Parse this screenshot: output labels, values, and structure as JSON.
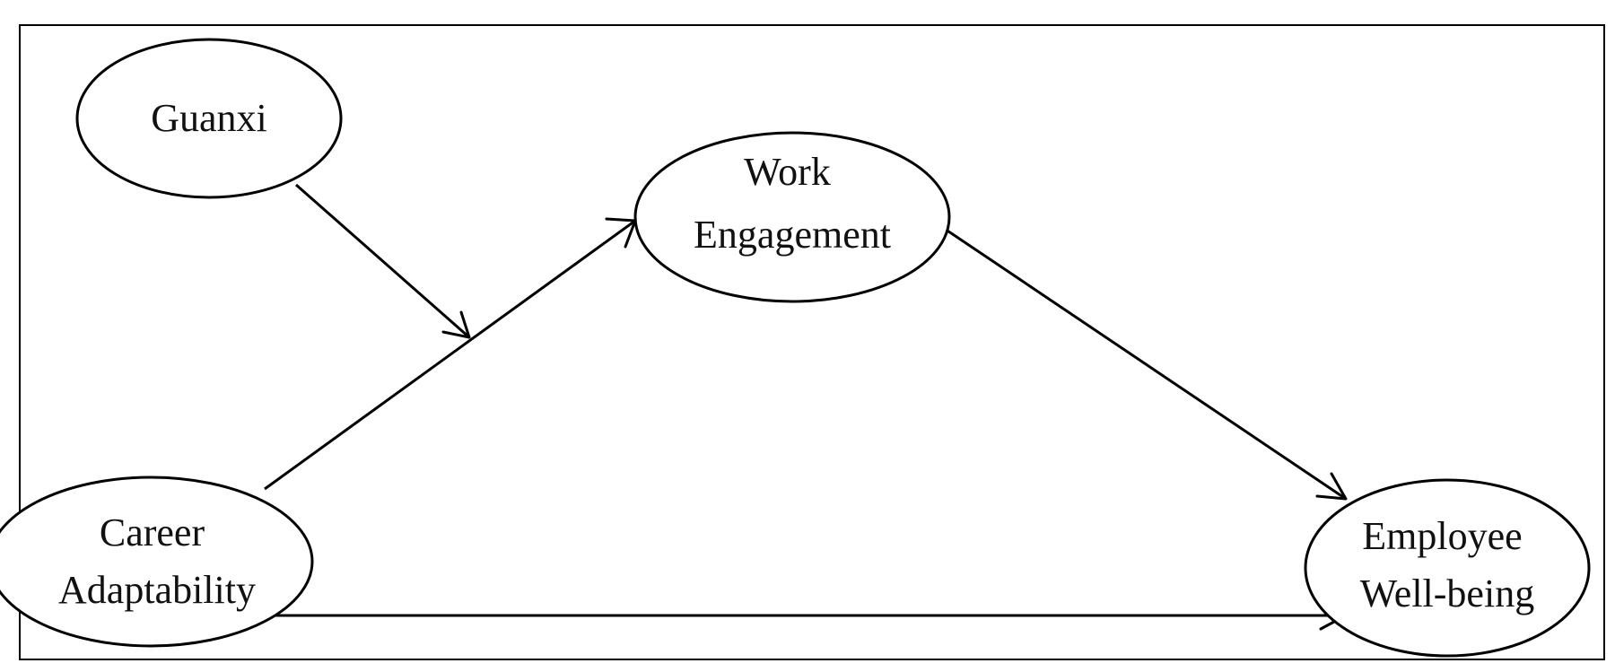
{
  "diagram": {
    "nodes": {
      "guanxi": {
        "lines": [
          "Guanxi"
        ]
      },
      "work_engagement": {
        "lines": [
          "Work",
          "Engagement"
        ]
      },
      "career_adaptability": {
        "lines": [
          "Career",
          "Adaptability"
        ]
      },
      "employee_wellbeing": {
        "lines": [
          "Employee",
          "Well-being"
        ]
      }
    },
    "colors": {
      "stroke": "#000000",
      "background": "#ffffff",
      "text": "#111111"
    }
  }
}
